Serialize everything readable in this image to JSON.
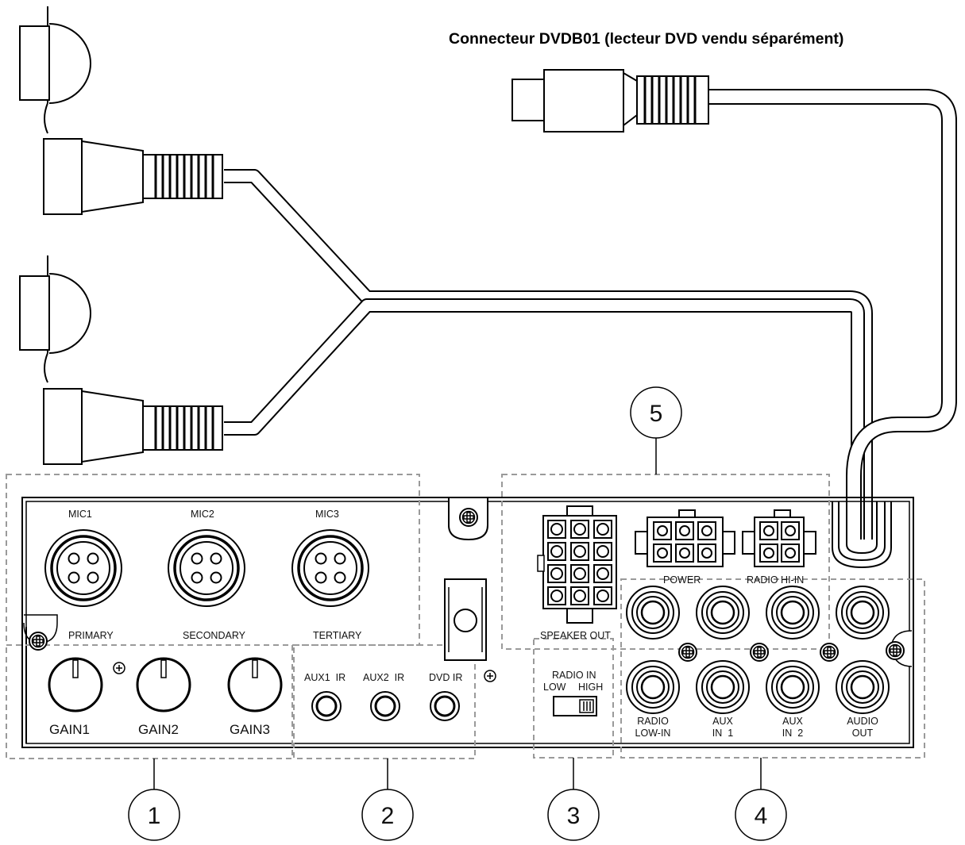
{
  "header": {
    "title": "Connecteur DVDB01 (lecteur DVD vendu séparément)"
  },
  "panel": {
    "mic_labels": [
      "MIC1",
      "MIC2",
      "MIC3"
    ],
    "mic_roles": [
      "PRIMARY",
      "SECONDARY",
      "TERTIARY"
    ],
    "gain_labels": [
      "GAIN1",
      "GAIN2",
      "GAIN3"
    ],
    "ir_labels": [
      "AUX1  IR",
      "AUX2  IR",
      "DVD IR"
    ],
    "speaker_out": "SPEAKER OUT",
    "power": "POWER",
    "radio_hi_in": "RADIO HI-IN",
    "radio_in": "RADIO IN",
    "low": "LOW",
    "high": "HIGH",
    "rca_labels": [
      [
        "RADIO",
        "LOW-IN"
      ],
      [
        "AUX",
        "IN  1"
      ],
      [
        "AUX",
        "IN  2"
      ],
      [
        "AUDIO",
        "OUT"
      ]
    ]
  },
  "callouts": [
    "1",
    "2",
    "3",
    "4",
    "5"
  ],
  "colors": {
    "line": "#000000",
    "dashed_group": "#9a9a9a"
  }
}
